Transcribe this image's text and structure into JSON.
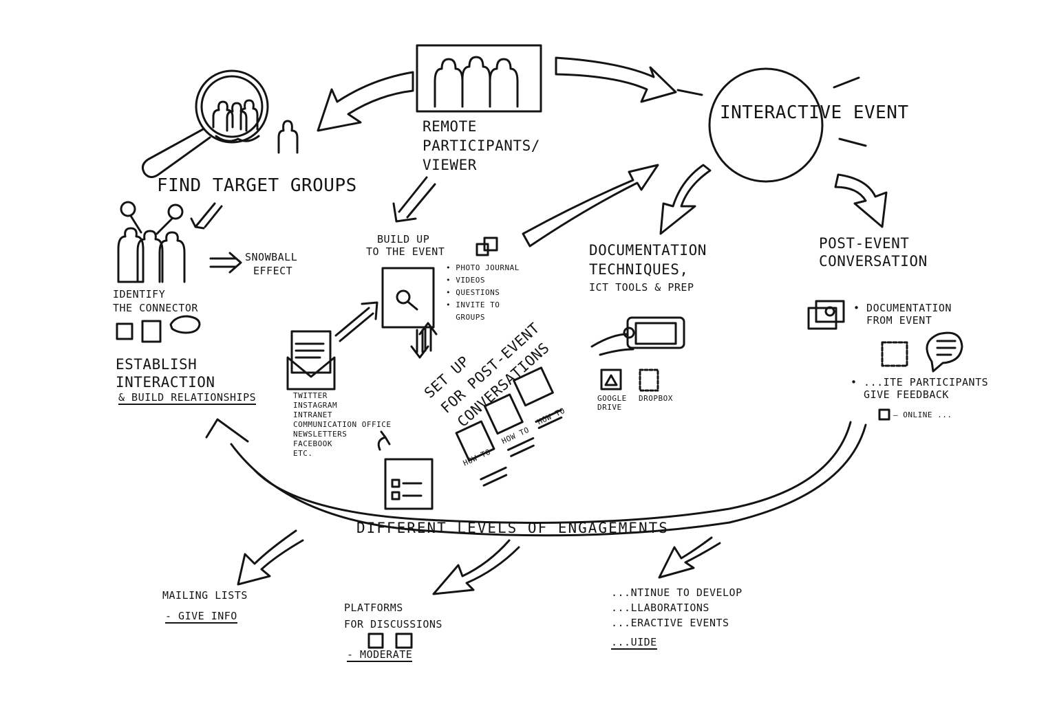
{
  "diagram": {
    "center_event": "INTERACTIVE EVENT",
    "remote": [
      "REMOTE",
      "PARTICIPANTS/",
      "VIEWER"
    ],
    "find_target": "FIND TARGET GROUPS",
    "snowball": [
      "SNOWBALL",
      "EFFECT"
    ],
    "identify": [
      "IDENTIFY",
      "THE CONNECTOR"
    ],
    "establish": [
      "ESTABLISH",
      "INTERACTION",
      "& BUILD RELATIONSHIPS"
    ],
    "channels": [
      "TWITTER",
      "INSTAGRAM",
      "INTRANET",
      "COMMUNICATION OFFICE",
      "NEWSLETTERS",
      "FACEBOOK",
      "ETC."
    ],
    "build_up": [
      "BUILD UP",
      "TO THE EVENT"
    ],
    "build_up_items": [
      "• PHOTO JOURNAL",
      "• VIDEOS",
      "• QUESTIONS",
      "• INVITE TO",
      "  GROUPS"
    ],
    "setup": [
      "SET UP",
      "FOR POST-EVENT",
      "CONVERSATIONS"
    ],
    "howto_labels": [
      "HOW TO",
      "HOW TO",
      "HOW TO"
    ],
    "documentation": [
      "DOCUMENTATION",
      "TECHNIQUES,",
      "ICT TOOLS & PREP"
    ],
    "doc_tools": [
      "GOOGLE DRIVE",
      "DROPBOX"
    ],
    "post_event": [
      "POST-EVENT",
      "CONVERSATION"
    ],
    "post_items": [
      "• DOCUMENTATION",
      "  FROM EVENT"
    ],
    "participants_feedback": [
      "• ...ITE PARTICIPANTS",
      "  GIVE FEEDBACK"
    ],
    "online_note": "— ONLINE ...",
    "levels": "DIFFERENT LEVELS OF ENGAGEMENTS",
    "mailing": [
      "MAILING LISTS",
      "- GIVE INFO"
    ],
    "platforms": [
      "PLATFORMS",
      "FOR DISCUSSIONS",
      "- MODERATE"
    ],
    "continue": [
      "...NTINUE TO DEVELOP",
      "...LLABORATIONS",
      "...ERACTIVE EVENTS",
      "...UIDE"
    ]
  }
}
